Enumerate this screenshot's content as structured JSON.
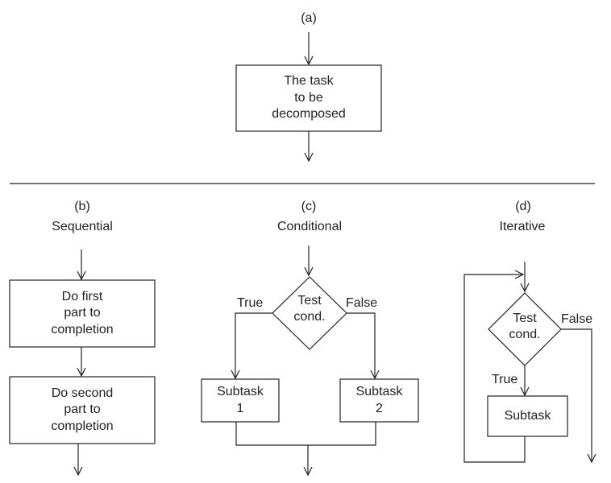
{
  "part_a": {
    "label": "(a)",
    "box_lines": [
      "The task",
      "to be",
      "decomposed"
    ]
  },
  "part_b": {
    "label": "(b)",
    "title": "Sequential",
    "box1_lines": [
      "Do first",
      "part to",
      "completion"
    ],
    "box2_lines": [
      "Do second",
      "part to",
      "completion"
    ]
  },
  "part_c": {
    "label": "(c)",
    "title": "Conditional",
    "decision_lines": [
      "Test",
      "cond."
    ],
    "true_label": "True",
    "false_label": "False",
    "subtask_left_lines": [
      "Subtask",
      "1"
    ],
    "subtask_right_lines": [
      "Subtask",
      "2"
    ]
  },
  "part_d": {
    "label": "(d)",
    "title": "Iterative",
    "decision_lines": [
      "Test",
      "cond."
    ],
    "true_label": "True",
    "false_label": "False",
    "subtask_label": "Subtask"
  }
}
